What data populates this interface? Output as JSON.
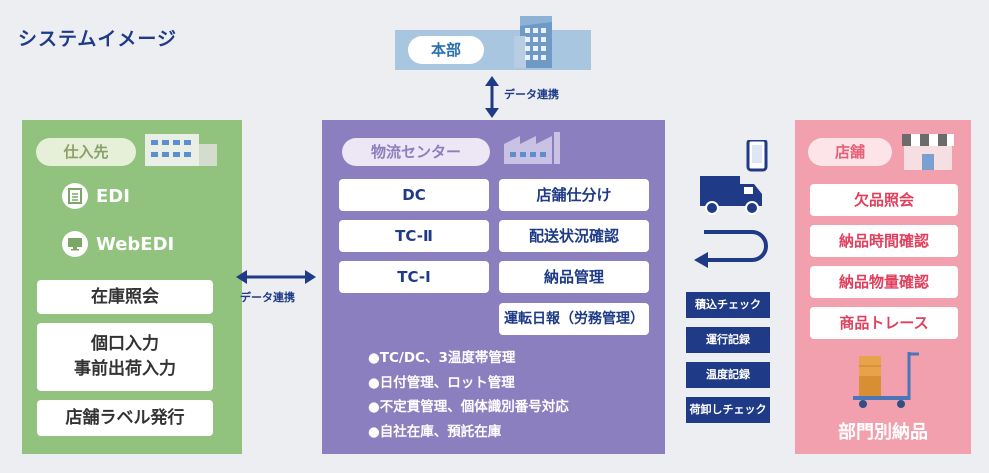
{
  "title": "システムイメージ",
  "hq": {
    "label": "本部"
  },
  "links": {
    "vertical": "データ連携",
    "horizontal": "データ連携"
  },
  "supplier": {
    "label": "仕入先",
    "edi": "EDI",
    "webedi": "WebEDI",
    "boxes": [
      "在庫照会",
      "個口入力",
      "事前出荷入力",
      "店舗ラベル発行"
    ]
  },
  "logistics": {
    "label": "物流センター",
    "left_items": [
      "DC",
      "TC-Ⅱ",
      "TC-Ⅰ"
    ],
    "right_items": [
      "店舗仕分け",
      "配送状況確認",
      "納品管理",
      "運転日報（労務管理）"
    ],
    "bullets": [
      "●TC/DC、3温度帯管理",
      "●日付管理、ロット管理",
      "●不定貫管理、個体識別番号対応",
      "●自社在庫、預託在庫"
    ]
  },
  "middle": {
    "items": [
      "積込チェック",
      "運行記録",
      "温度記録",
      "荷卸しチェック"
    ]
  },
  "store": {
    "label": "店舗",
    "items": [
      "欠品照会",
      "納品時間確認",
      "納品物量確認",
      "商品トレース"
    ],
    "footer": "部門別納品"
  },
  "colors": {
    "background": "#eceef2",
    "accent": "#1f3a86",
    "hq": "#a9c6e1",
    "supplier": "#91c27e",
    "logistics": "#8b7fbf",
    "store": "#f2a0ae",
    "store_text": "#e0405e"
  }
}
